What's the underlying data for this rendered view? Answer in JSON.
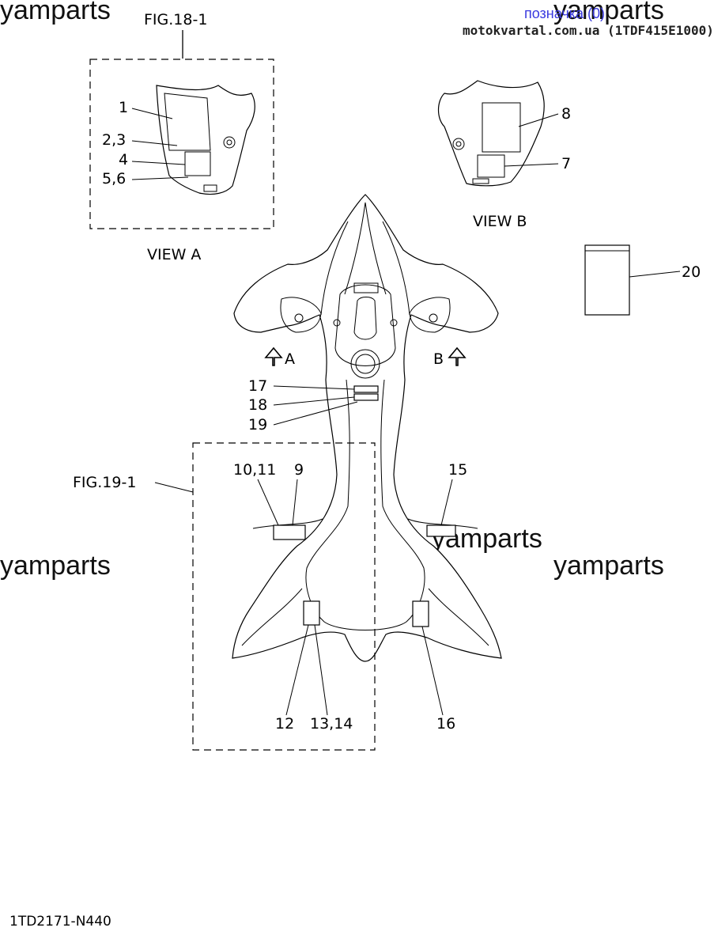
{
  "watermarks": [
    "yamparts",
    "yamparts",
    "yamparts",
    "yamparts",
    "yamparts"
  ],
  "header": {
    "note_link": "позначка (0)",
    "site_ref": "motokvartal.com.ua (1TDF415E1000)"
  },
  "figures": {
    "fig18": "FIG.18-1",
    "fig19": "FIG.19-1",
    "view_a": "VIEW A",
    "view_b": "VIEW B",
    "arrow_a": "A",
    "arrow_b": "B"
  },
  "callouts": {
    "c1": "1",
    "c23": "2,3",
    "c4": "4",
    "c56": "5,6",
    "c8": "8",
    "c7": "7",
    "c20": "20",
    "c17": "17",
    "c18": "18",
    "c19": "19",
    "c1011": "10,11",
    "c9": "9",
    "c15": "15",
    "c12": "12",
    "c1314": "13,14",
    "c16": "16"
  },
  "footer": {
    "drawing_code": "1TD2171-N440"
  }
}
